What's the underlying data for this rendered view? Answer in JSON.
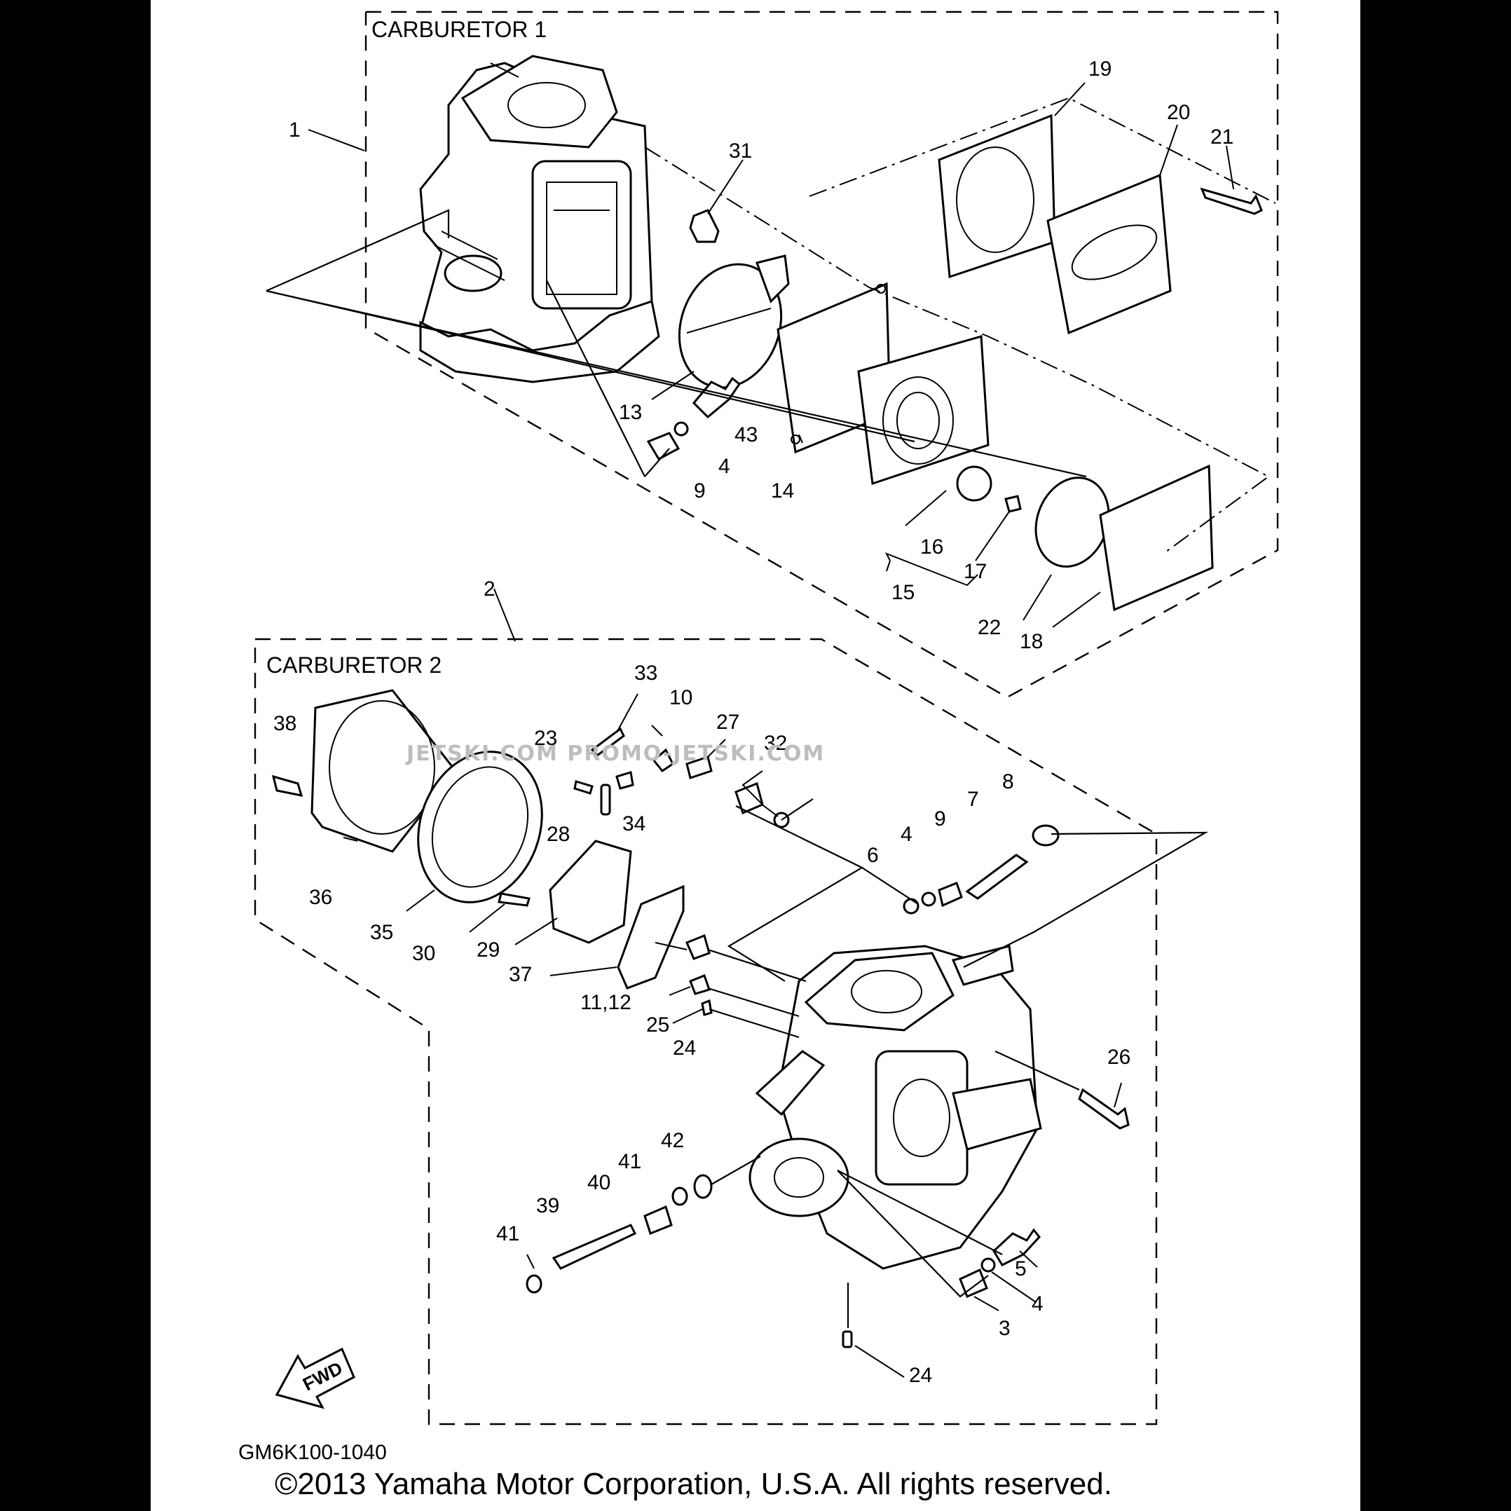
{
  "sections": {
    "carb1_title": "CARBURETOR 1",
    "carb2_title": "CARBURETOR 2"
  },
  "labels": {
    "l1": "1",
    "l2": "2",
    "l3": "3",
    "l4a": "4",
    "l4b": "4",
    "l4c": "4",
    "l5": "5",
    "l6": "6",
    "l7": "7",
    "l8": "8",
    "l9a": "9",
    "l9b": "9",
    "l10": "10",
    "l11_12": "11,12",
    "l13": "13",
    "l14": "14",
    "l15": "15",
    "l16": "16",
    "l17": "17",
    "l18": "18",
    "l19": "19",
    "l20": "20",
    "l21": "21",
    "l22": "22",
    "l23": "23",
    "l24a": "24",
    "l24b": "24",
    "l25": "25",
    "l26": "26",
    "l27": "27",
    "l28": "28",
    "l29": "29",
    "l30": "30",
    "l31": "31",
    "l32": "32",
    "l33": "33",
    "l34": "34",
    "l35": "35",
    "l36": "36",
    "l37": "37",
    "l38": "38",
    "l39": "39",
    "l40": "40",
    "l41a": "41",
    "l41b": "41",
    "l42": "42",
    "l43": "43"
  },
  "fwd_arrow_text": "FWD",
  "diagram_code": "GM6K100-1040",
  "copyright": "©2013 Yamaha Motor Corporation, U.S.A. All rights reserved.",
  "watermark": "JETSKI.COM   PROMO-JETSKI.COM"
}
